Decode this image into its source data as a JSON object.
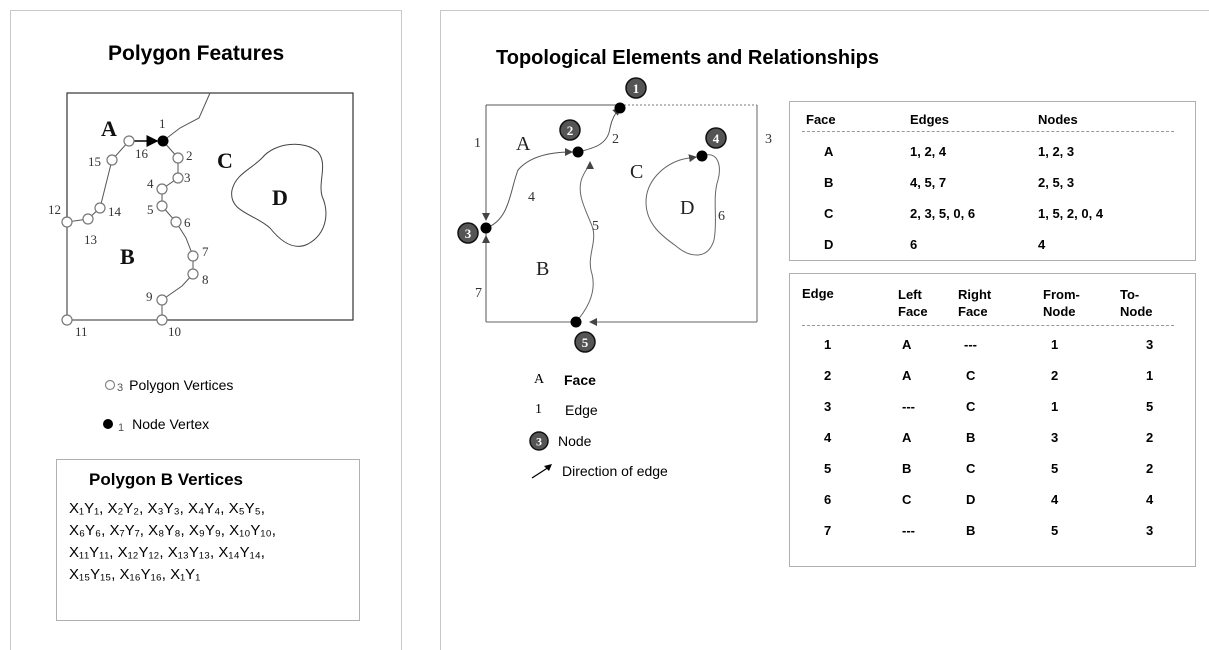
{
  "left": {
    "title": "Polygon Features",
    "faces": [
      "A",
      "B",
      "C",
      "D"
    ],
    "vertex_numbers": [
      "1",
      "2",
      "3",
      "4",
      "5",
      "6",
      "7",
      "8",
      "9",
      "10",
      "11",
      "12",
      "13",
      "14",
      "15",
      "16"
    ],
    "legend": {
      "vertex_sub": "3",
      "vertex_label": "Polygon Vertices",
      "node_sub": "1",
      "node_label": "Node Vertex"
    },
    "vertices_box": {
      "title": "Polygon B Vertices",
      "lines": [
        "X₁Y₁, X₂Y₂, X₃Y₃, X₄Y₄, X₅Y₅,",
        "X₆Y₆, X₇Y₇, X₈Y₈, X₉Y₉, X₁₀Y₁₀,",
        "X₁₁Y₁₁, X₁₂Y₁₂, X₁₃Y₁₃, X₁₄Y₁₄,",
        "X₁₅Y₁₅, X₁₆Y₁₆, X₁Y₁"
      ]
    }
  },
  "right": {
    "title": "Topological Elements and Relationships",
    "faces": [
      "A",
      "B",
      "C",
      "D"
    ],
    "edges": [
      "1",
      "2",
      "3",
      "4",
      "5",
      "6",
      "7"
    ],
    "nodes": [
      "1",
      "2",
      "3",
      "4",
      "5"
    ],
    "legend": {
      "face_sym": "A",
      "face_label": "Face",
      "edge_sym": "1",
      "edge_label": "Edge",
      "node_sym": "3",
      "node_label": "Node",
      "dir_label": "Direction of edge"
    },
    "face_table": {
      "headers": [
        "Face",
        "Edges",
        "Nodes"
      ],
      "rows": [
        [
          "A",
          "1, 2, 4",
          "1, 2, 3"
        ],
        [
          "B",
          "4, 5, 7",
          "2, 5, 3"
        ],
        [
          "C",
          "2, 3, 5, 0, 6",
          "1, 5, 2, 0, 4"
        ],
        [
          "D",
          "6",
          "4"
        ]
      ]
    },
    "edge_table": {
      "headers": [
        "Edge",
        "Left\nFace",
        "Right\nFace",
        "From-\nNode",
        "To-\nNode"
      ],
      "rows": [
        [
          "1",
          "A",
          "---",
          "1",
          "3"
        ],
        [
          "2",
          "A",
          "C",
          "2",
          "1"
        ],
        [
          "3",
          "---",
          "C",
          "1",
          "5"
        ],
        [
          "4",
          "A",
          "B",
          "3",
          "2"
        ],
        [
          "5",
          "B",
          "C",
          "5",
          "2"
        ],
        [
          "6",
          "C",
          "D",
          "4",
          "4"
        ],
        [
          "7",
          "---",
          "B",
          "5",
          "3"
        ]
      ]
    }
  }
}
